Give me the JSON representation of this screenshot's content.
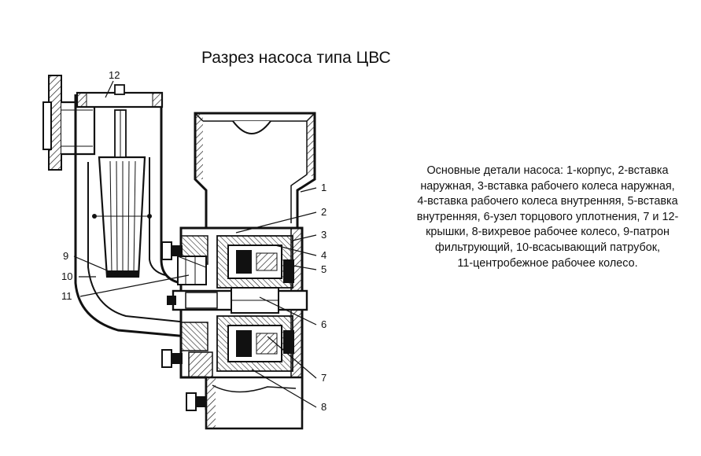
{
  "title": "Разрез насоса типа ЦВС",
  "description_lines": [
    "Основные детали насоса: 1-корпус, 2-вставка",
    "наружная, 3-вставка рабочего колеса наружная,",
    "4-вставка рабочего колеса внутренняя, 5-вставка",
    "внутренняя, 6-узел торцового уплотнения, 7 и 12-",
    "крышки, 8-вихревое рабочее колесо, 9-патрон",
    "фильтрующий, 10-всасывающий патрубок,",
    "11-центробежное рабочее колесо."
  ],
  "callouts": {
    "n1": "1",
    "n2": "2",
    "n3": "3",
    "n4": "4",
    "n5": "5",
    "n6": "6",
    "n7": "7",
    "n8": "8",
    "n9": "9",
    "n10": "10",
    "n11": "11",
    "n12": "12"
  }
}
